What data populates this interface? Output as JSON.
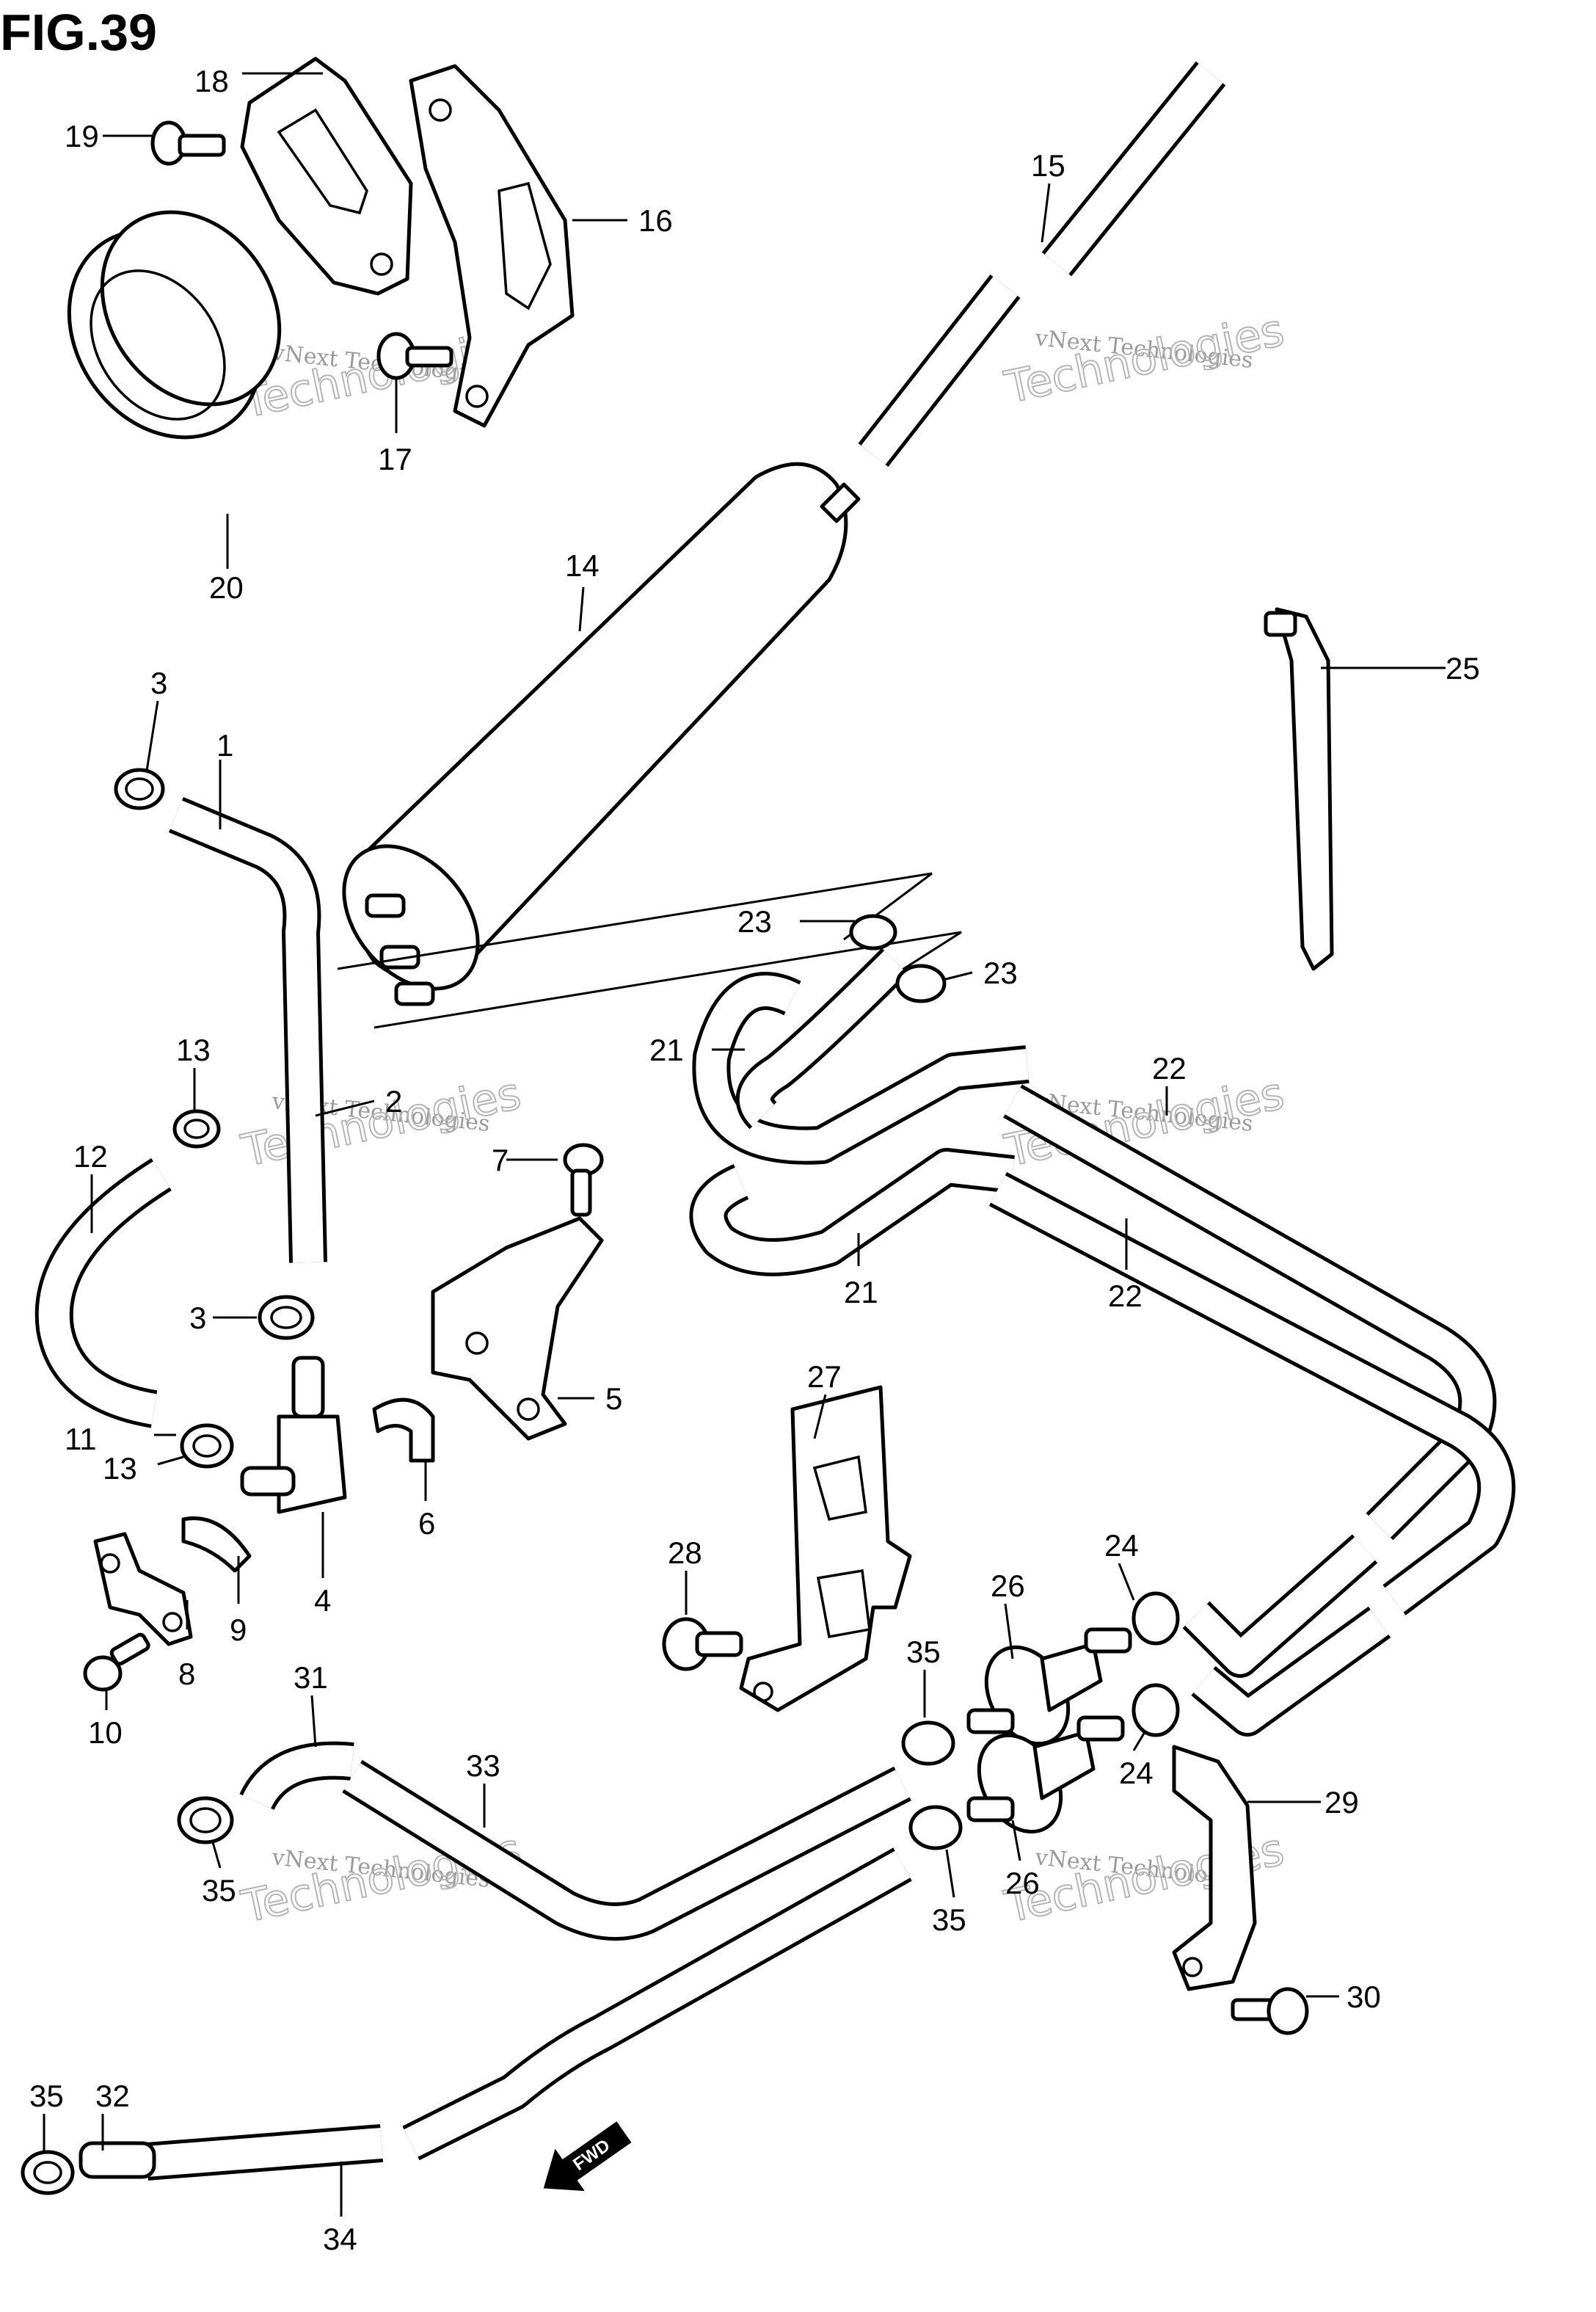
{
  "figure": {
    "title": "FIG.39"
  },
  "watermark": {
    "line1": "vNext Technologies",
    "line2": "Technologies"
  },
  "fwd": {
    "label": "FWD"
  },
  "callouts": {
    "c1": "1",
    "c2": "2",
    "c3a": "3",
    "c3b": "3",
    "c4": "4",
    "c5": "5",
    "c6": "6",
    "c7": "7",
    "c8": "8",
    "c9": "9",
    "c10": "10",
    "c11": "11",
    "c12": "12",
    "c13a": "13",
    "c13b": "13",
    "c14": "14",
    "c15": "15",
    "c16": "16",
    "c17": "17",
    "c18": "18",
    "c19": "19",
    "c20": "20",
    "c21a": "21",
    "c21b": "21",
    "c22a": "22",
    "c22b": "22",
    "c23a": "23",
    "c23b": "23",
    "c24a": "24",
    "c24b": "24",
    "c25": "25",
    "c26a": "26",
    "c26b": "26",
    "c27": "27",
    "c28": "28",
    "c29": "29",
    "c30": "30",
    "c31": "31",
    "c32": "32",
    "c33": "33",
    "c34": "34",
    "c35a": "35",
    "c35b": "35",
    "c35c": "35",
    "c35d": "35"
  }
}
